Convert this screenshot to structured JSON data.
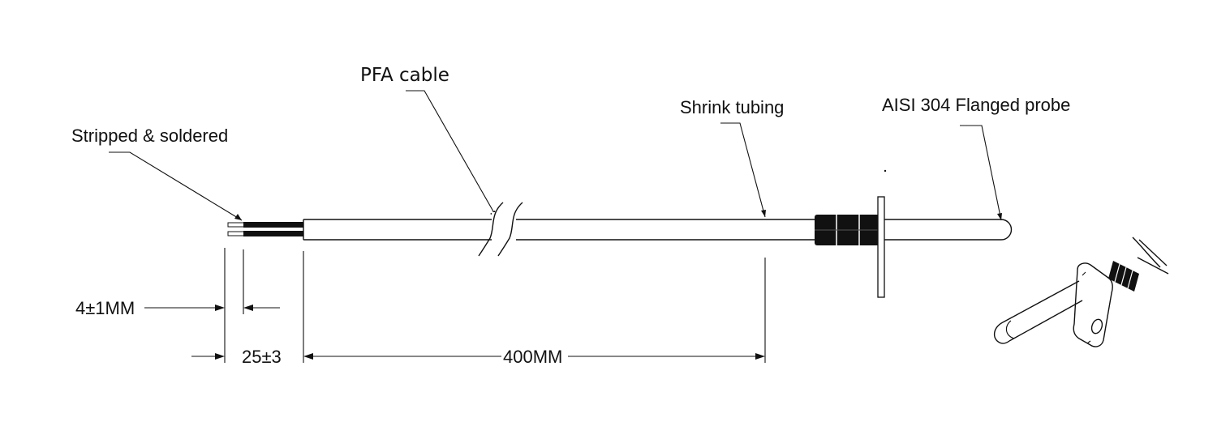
{
  "labels": {
    "stripped": "Stripped & soldered",
    "pfa_cable": "PFA cable",
    "shrink_tubing": "Shrink tubing",
    "probe": "AISI 304 Flanged probe"
  },
  "dimensions": {
    "strip_length": "4±1MM",
    "jacket_strip": "25±3",
    "cable_length": "400MM"
  },
  "colors": {
    "ink": "#111111",
    "background": "#ffffff"
  }
}
